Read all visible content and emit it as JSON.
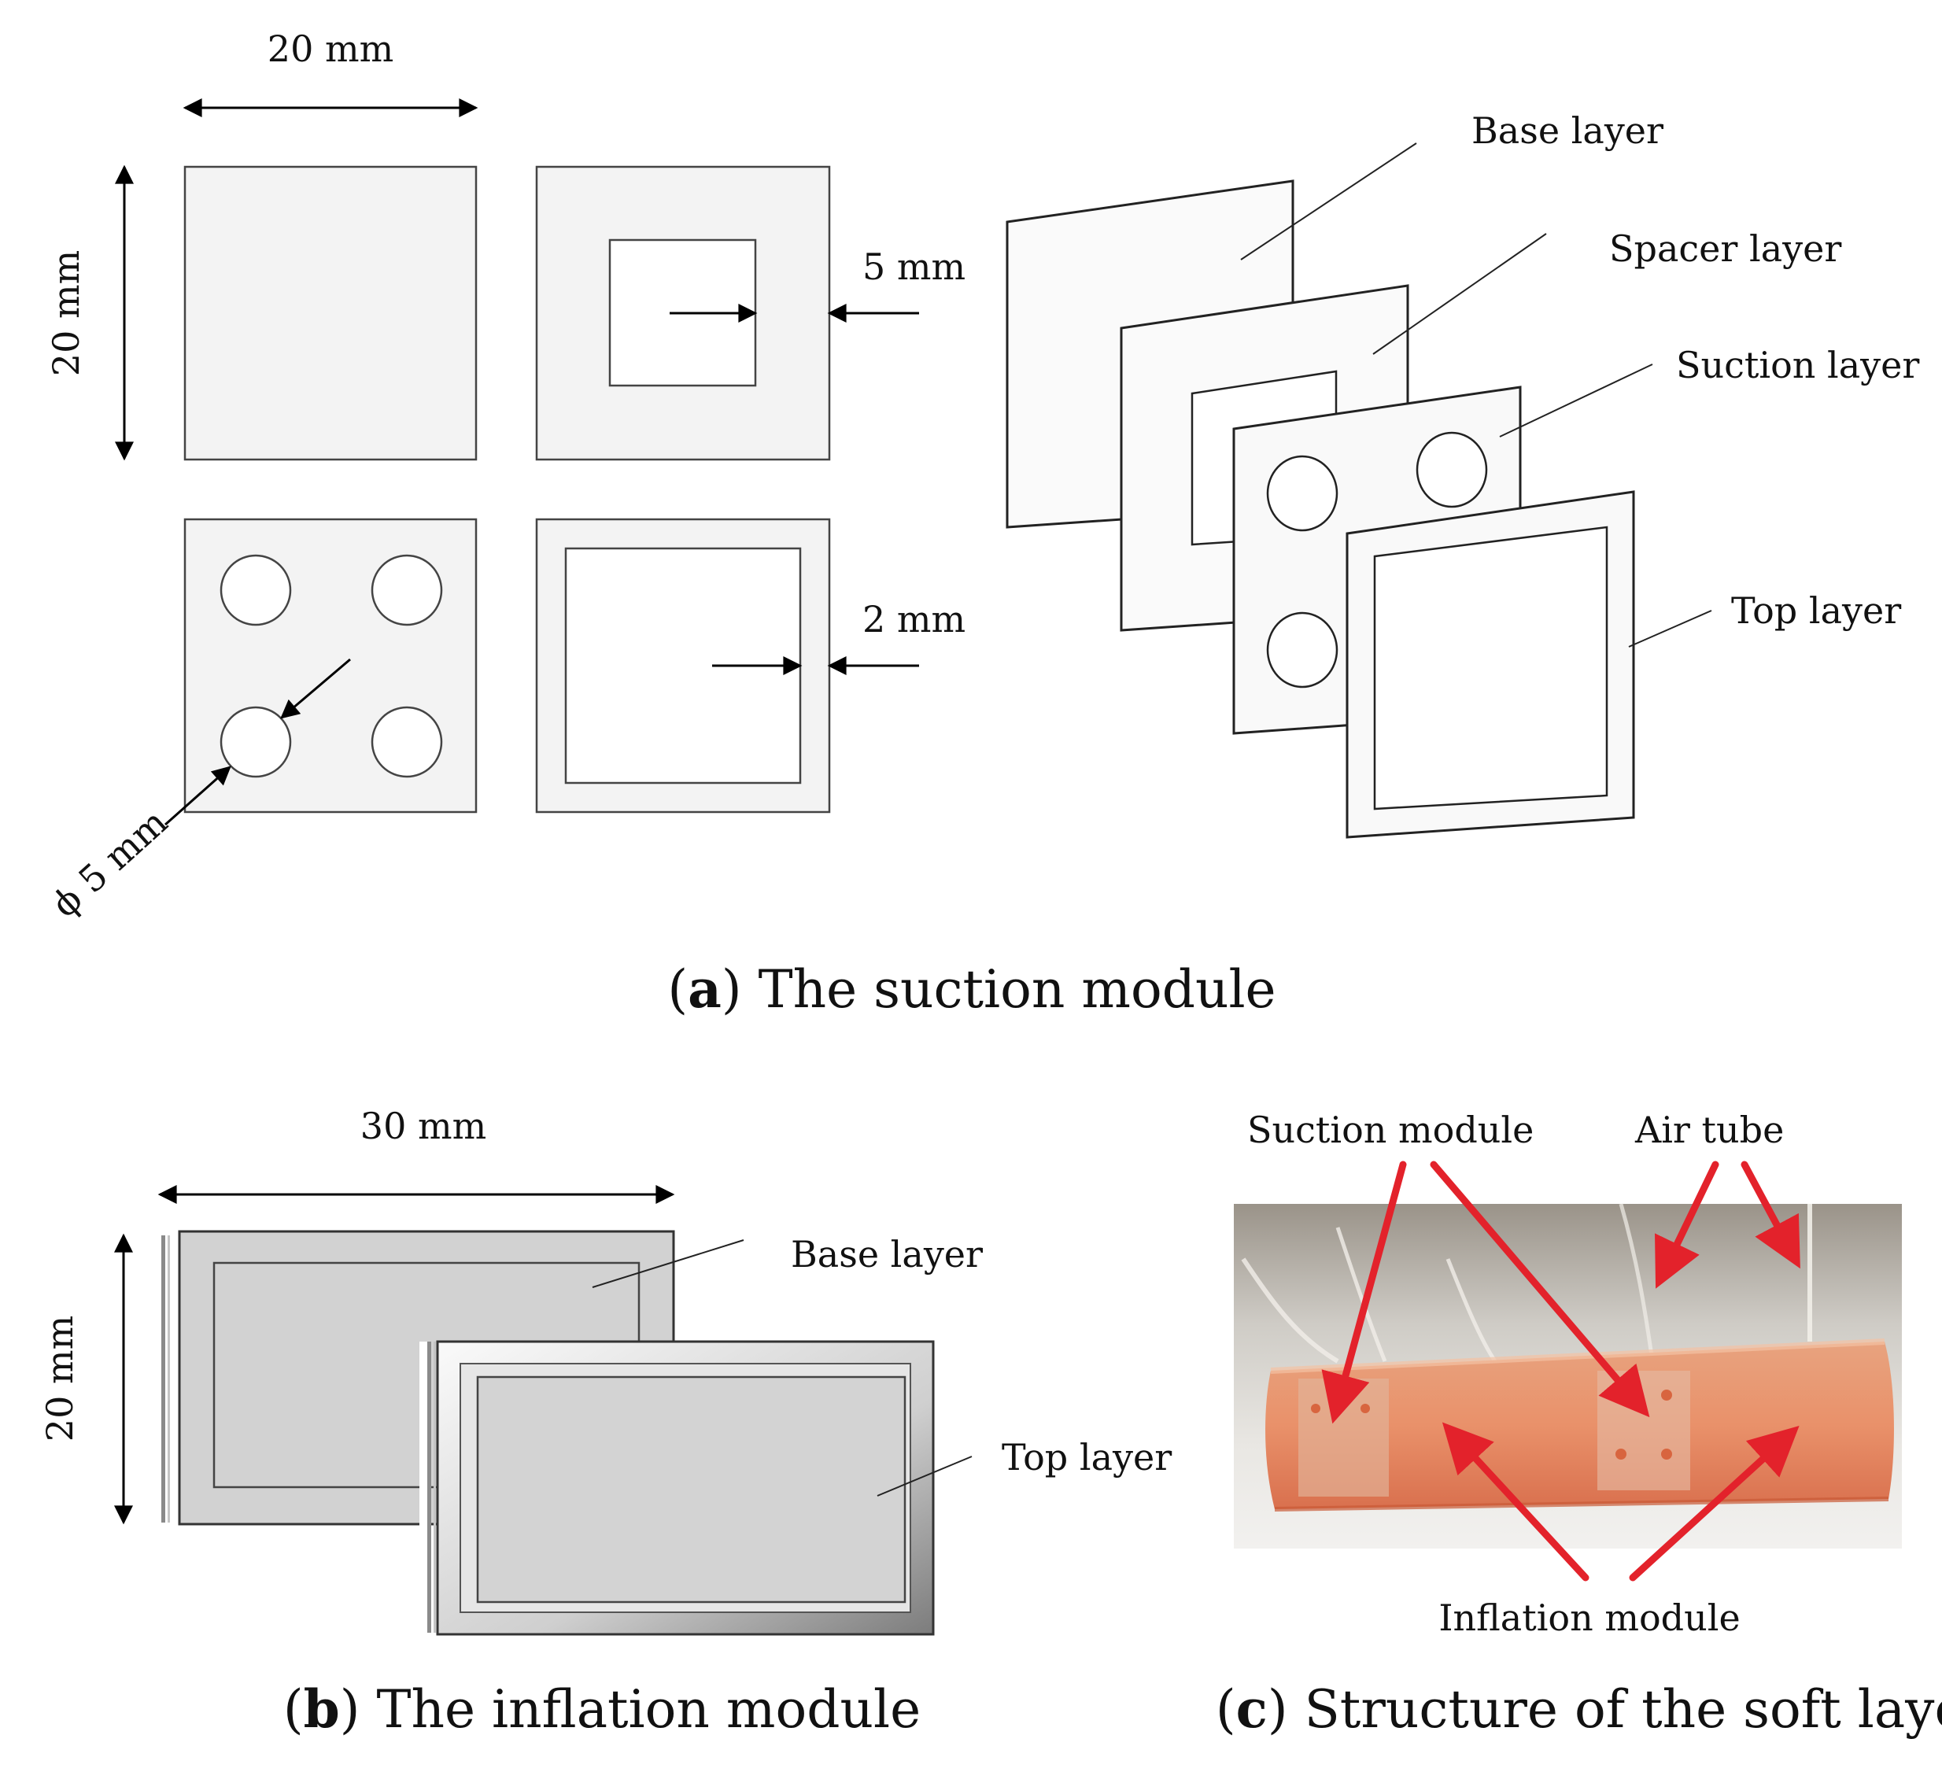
{
  "panel_a": {
    "dim_width": "20 mm",
    "dim_height": "20 mm",
    "dim_spacer": "5 mm",
    "dim_top": "2 mm",
    "dim_hole": "ϕ 5 mm",
    "label_base": "Base layer",
    "label_spacer": "Spacer layer",
    "label_suction": "Suction layer",
    "label_top": "Top layer",
    "caption_letter": "a",
    "caption_text": "The suction module"
  },
  "panel_b": {
    "dim_width": "30 mm",
    "dim_height": "20 mm",
    "label_base": "Base layer",
    "label_top": "Top layer",
    "caption_letter": "b",
    "caption_text": "The inflation module"
  },
  "panel_c": {
    "label_suction": "Suction module",
    "label_air": "Air tube",
    "label_inflation": "Inflation module",
    "caption_letter": "c",
    "caption_text": "Structure of the soft layer",
    "arrow_color": "#e3222b"
  }
}
